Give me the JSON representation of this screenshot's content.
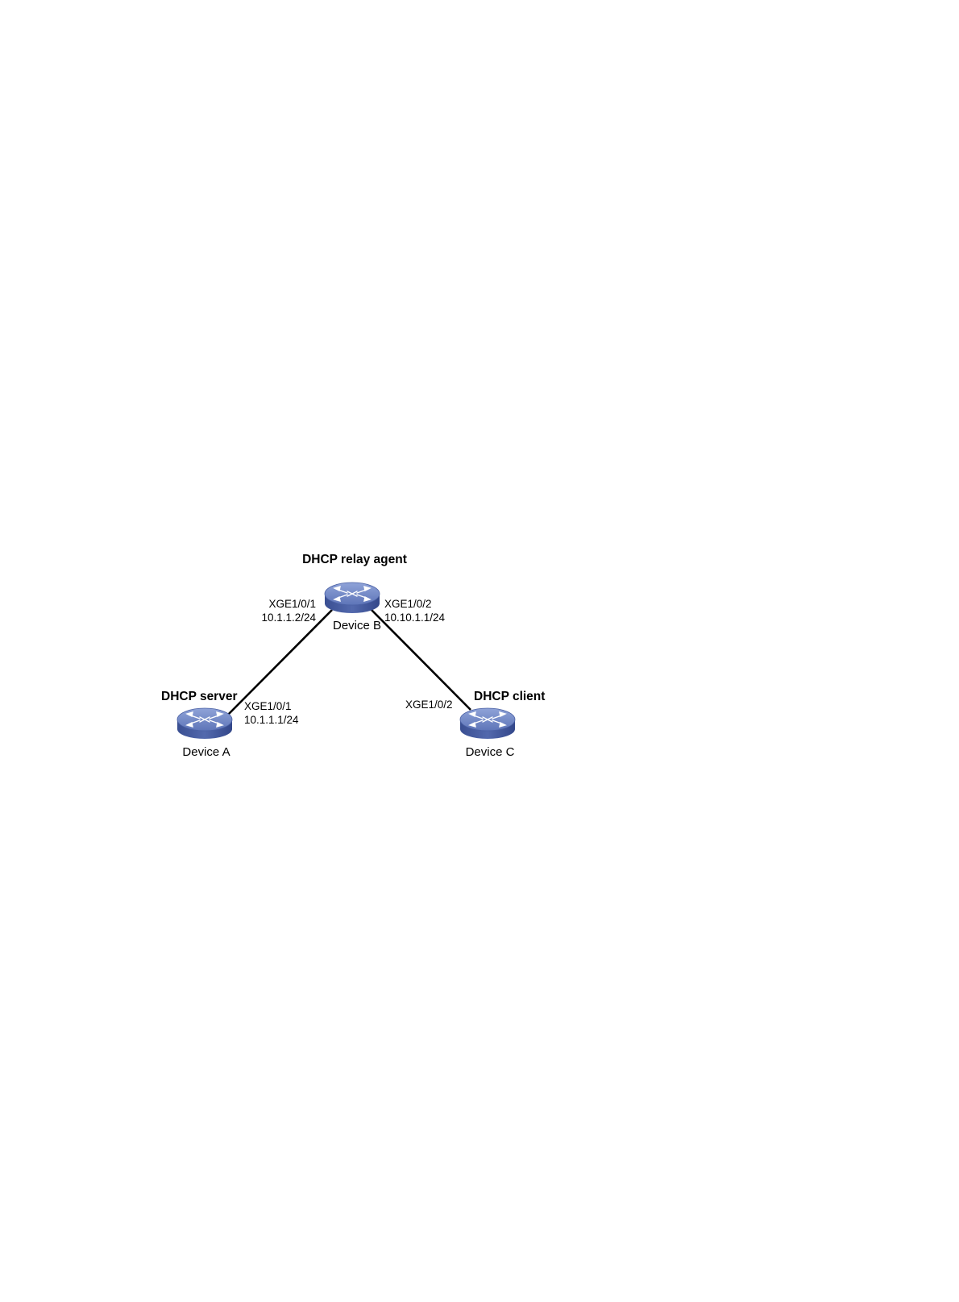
{
  "devices": {
    "a": {
      "role": "DHCP server",
      "name": "Device A"
    },
    "b": {
      "role": "DHCP relay agent",
      "name": "Device B"
    },
    "c": {
      "role": "DHCP client",
      "name": "Device C"
    }
  },
  "interfaces": {
    "b_port1": {
      "name": "XGE1/0/1",
      "ip": "10.1.1.2/24"
    },
    "b_port2": {
      "name": "XGE1/0/2",
      "ip": "10.10.1.1/24"
    },
    "a_port1": {
      "name": "XGE1/0/1",
      "ip": "10.1.1.1/24"
    },
    "c_port2": {
      "name": "XGE1/0/2"
    }
  },
  "style": {
    "router_top": "#6f86c4",
    "router_side": "#3d5399",
    "router_arrows": "#ffffff",
    "link_color": "#000000"
  }
}
